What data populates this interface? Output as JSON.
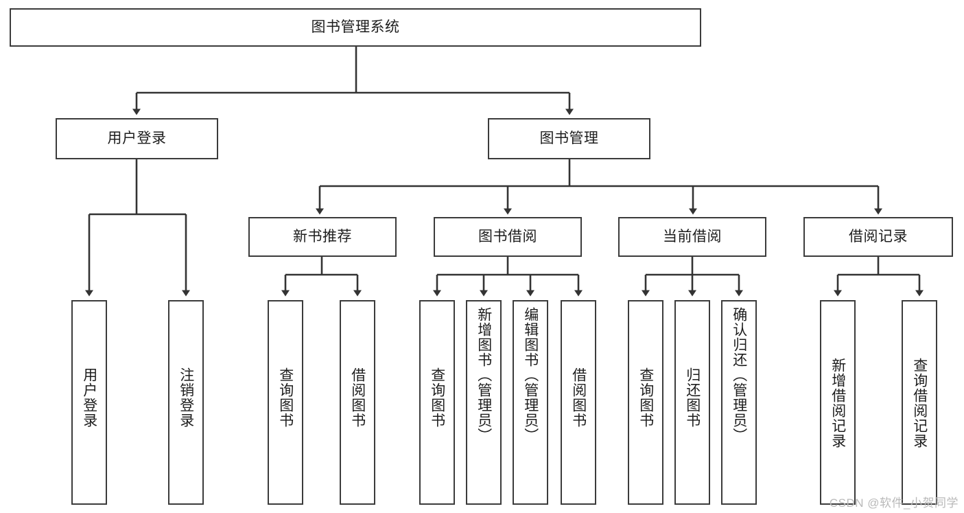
{
  "diagram": {
    "type": "tree-hierarchy",
    "title": "图书管理系统",
    "watermark": "CSDN @软件_小贺同学",
    "colors": {
      "box_border": "#3b3b3b",
      "box_fill": "#ffffff",
      "connector": "#333333",
      "text": "#1d1d1d",
      "watermark": "#b9b9b9",
      "background": "#ffffff"
    },
    "levels": {
      "root": {
        "label": "图书管理系统"
      },
      "level2": [
        {
          "id": "user-login",
          "label": "用户登录"
        },
        {
          "id": "book-manage",
          "label": "图书管理"
        }
      ],
      "level3": [
        {
          "id": "new-book-recommend",
          "label": "新书推荐",
          "parent": "book-manage"
        },
        {
          "id": "book-borrow",
          "label": "图书借阅",
          "parent": "book-manage"
        },
        {
          "id": "current-borrow",
          "label": "当前借阅",
          "parent": "book-manage"
        },
        {
          "id": "borrow-record",
          "label": "借阅记录",
          "parent": "book-manage"
        }
      ],
      "leaves": [
        {
          "id": "leaf-user-login",
          "label": "用户登录",
          "parent": "user-login"
        },
        {
          "id": "leaf-logout-login",
          "label": "注销登录",
          "parent": "user-login"
        },
        {
          "id": "leaf-query-book-1",
          "label": "查询图书",
          "parent": "new-book-recommend"
        },
        {
          "id": "leaf-borrow-book-1",
          "label": "借阅图书",
          "parent": "new-book-recommend"
        },
        {
          "id": "leaf-query-book-2",
          "label": "查询图书",
          "parent": "book-borrow"
        },
        {
          "id": "leaf-add-book",
          "label": "新增图书（管理员）",
          "parent": "book-borrow"
        },
        {
          "id": "leaf-edit-book",
          "label": "编辑图书（管理员）",
          "parent": "book-borrow"
        },
        {
          "id": "leaf-borrow-book-2",
          "label": "借阅图书",
          "parent": "book-borrow"
        },
        {
          "id": "leaf-query-book-3",
          "label": "查询图书",
          "parent": "current-borrow"
        },
        {
          "id": "leaf-return-book",
          "label": "归还图书",
          "parent": "current-borrow"
        },
        {
          "id": "leaf-confirm-return",
          "label": "确认归还（管理员）",
          "parent": "current-borrow"
        },
        {
          "id": "leaf-add-record",
          "label": "新增借阅记录",
          "parent": "borrow-record"
        },
        {
          "id": "leaf-query-record",
          "label": "查询借阅记录",
          "parent": "borrow-record"
        }
      ]
    }
  }
}
